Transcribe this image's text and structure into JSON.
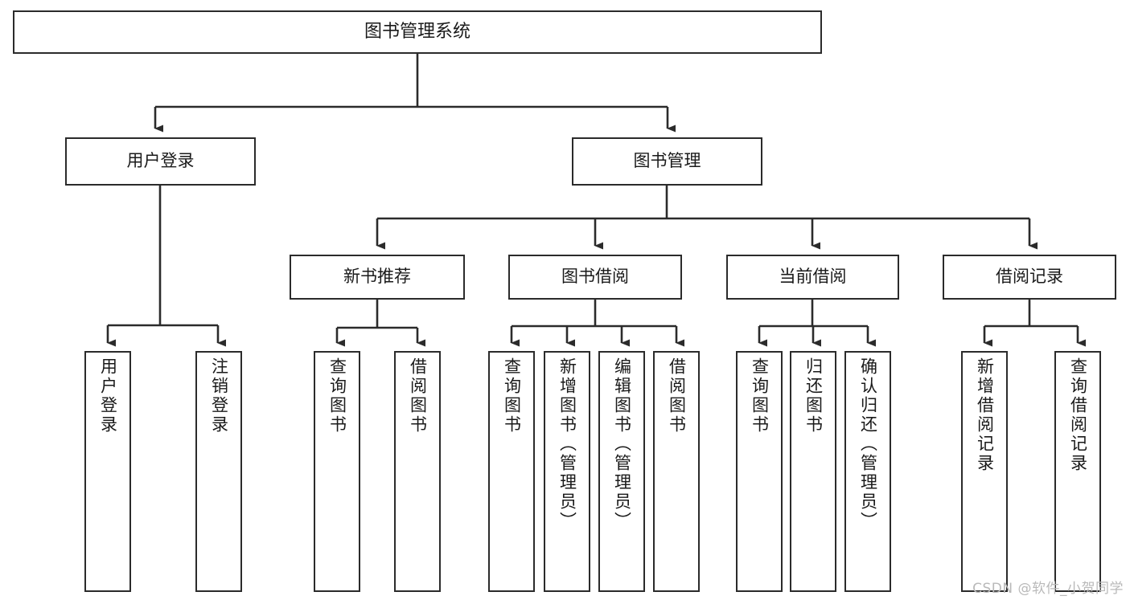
{
  "diagram": {
    "title": "图书管理系统",
    "type": "tree-hierarchy-diagram",
    "colors": {
      "box_border": "#2b2b2b",
      "box_fill": "#ffffff",
      "edge": "#2b2b2b",
      "text": "#1a1a1a",
      "watermark": "#b9b9b9",
      "background": "#ffffff"
    },
    "nodes": {
      "root": {
        "label": "图书管理系统"
      },
      "level2": [
        {
          "label": "用户登录"
        },
        {
          "label": "图书管理"
        }
      ],
      "level3": [
        {
          "label": "新书推荐"
        },
        {
          "label": "图书借阅"
        },
        {
          "label": "当前借阅"
        },
        {
          "label": "借阅记录"
        }
      ],
      "leaves_user_login": [
        {
          "label": "用户登录"
        },
        {
          "label": "注销登录"
        }
      ],
      "leaves_new_book": [
        {
          "label": "查询图书"
        },
        {
          "label": "借阅图书"
        }
      ],
      "leaves_borrow": [
        {
          "label": "查询图书"
        },
        {
          "label": "新增图书（管理员）"
        },
        {
          "label": "编辑图书（管理员）"
        },
        {
          "label": "借阅图书"
        }
      ],
      "leaves_current": [
        {
          "label": "查询图书"
        },
        {
          "label": "归还图书"
        },
        {
          "label": "确认归还（管理员）"
        }
      ],
      "leaves_records": [
        {
          "label": "新增借阅记录"
        },
        {
          "label": "查询借阅记录"
        }
      ]
    }
  },
  "watermark": {
    "text": "CSDN @软件_小贺同学"
  }
}
